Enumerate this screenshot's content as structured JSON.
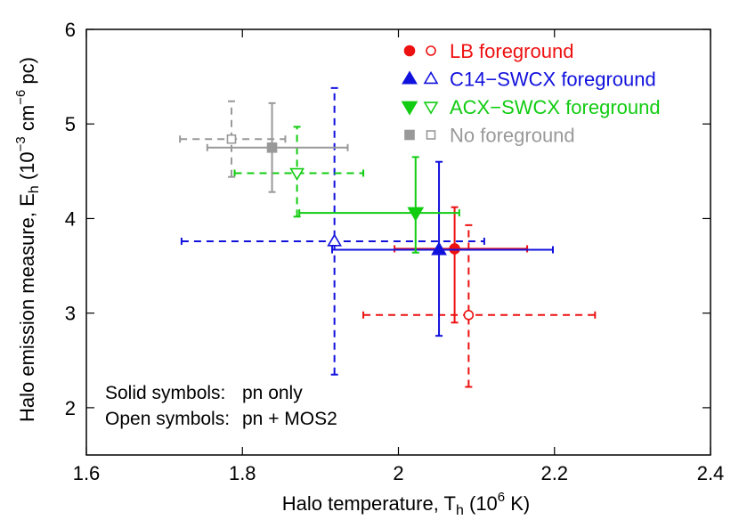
{
  "chart_data": {
    "type": "scatter",
    "title": "",
    "xlabel": {
      "base": "Halo temperature, T",
      "sub": "h",
      "unit_open": " (10",
      "sup": "6",
      "unit_close": " K)"
    },
    "ylabel": {
      "base": "Halo emission measure, E",
      "sub": "h",
      "unit_open": " (10",
      "sup1": "−3",
      "unit_mid": " cm",
      "sup2": "−6",
      "unit_close": " pc)"
    },
    "xlim": [
      1.6,
      2.4
    ],
    "ylim": [
      1.5,
      6
    ],
    "xticks": [
      1.6,
      1.8,
      2.0,
      2.2,
      2.4
    ],
    "xtick_labels": [
      "1.6",
      "1.8",
      "2",
      "2.2",
      "2.4"
    ],
    "yticks": [
      2,
      3,
      4,
      5,
      6
    ],
    "ytick_labels": [
      "2",
      "3",
      "4",
      "5",
      "6"
    ],
    "legend_position": "top-right",
    "series": [
      {
        "name": "LB foreground",
        "color": "#ee1111",
        "marker": "circle",
        "solid": {
          "x": 2.072,
          "y": 3.68,
          "xerr": [
            1.995,
            2.165
          ],
          "yerr": [
            2.9,
            4.12
          ]
        },
        "open": {
          "x": 2.09,
          "y": 2.98,
          "xerr": [
            1.955,
            2.252
          ],
          "yerr": [
            2.22,
            3.93
          ]
        }
      },
      {
        "name": "C14−SWCX foreground",
        "color": "#1111dd",
        "marker": "triangle-up",
        "solid": {
          "x": 2.052,
          "y": 3.67,
          "xerr": [
            1.915,
            2.198
          ],
          "yerr": [
            2.76,
            4.6
          ]
        },
        "open": {
          "x": 1.918,
          "y": 3.76,
          "xerr": [
            1.722,
            2.11
          ],
          "yerr": [
            2.35,
            5.38
          ]
        }
      },
      {
        "name": "ACX−SWCX foreground",
        "color": "#11cc11",
        "marker": "triangle-down",
        "solid": {
          "x": 2.022,
          "y": 4.06,
          "xerr": [
            1.873,
            2.078
          ],
          "yerr": [
            3.64,
            4.65
          ]
        },
        "open": {
          "x": 1.87,
          "y": 4.48,
          "xerr": [
            1.79,
            1.955
          ],
          "yerr": [
            4.02,
            4.97
          ]
        }
      },
      {
        "name": "No foreground",
        "color": "#999999",
        "marker": "square",
        "solid": {
          "x": 1.838,
          "y": 4.75,
          "xerr": [
            1.755,
            1.935
          ],
          "yerr": [
            4.28,
            5.22
          ]
        },
        "open": {
          "x": 1.786,
          "y": 4.84,
          "xerr": [
            1.72,
            1.855
          ],
          "yerr": [
            4.44,
            5.24
          ]
        }
      }
    ],
    "annotations": [
      {
        "label": "Solid symbols:",
        "value": "pn only"
      },
      {
        "label": "Open symbols:",
        "value": "pn + MOS2"
      }
    ]
  }
}
